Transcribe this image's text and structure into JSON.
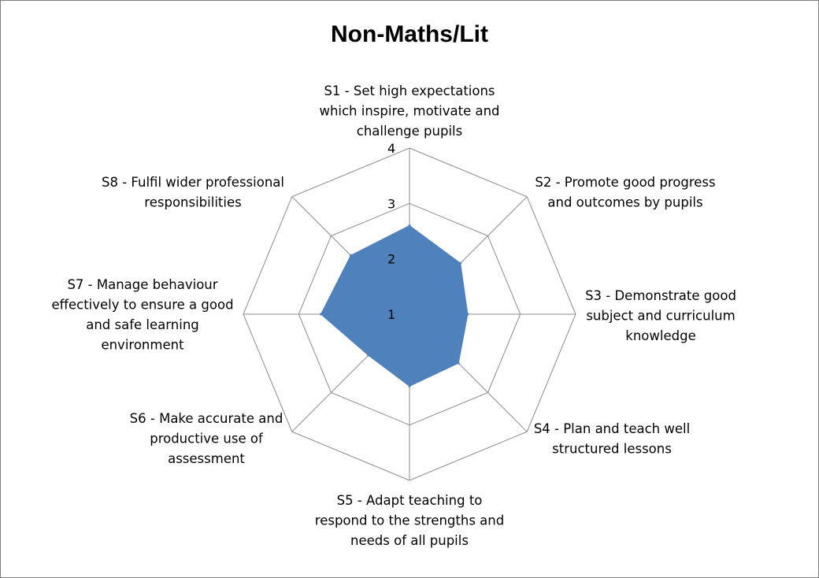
{
  "chart_data": {
    "type": "radar",
    "title": "Non-Maths/Lit",
    "categories": [
      [
        "S1 - Set high expectations",
        "which inspire, motivate and",
        "challenge pupils"
      ],
      [
        "S2 - Promote good progress",
        "and outcomes by pupils"
      ],
      [
        "S3 - Demonstrate good",
        "subject and curriculum",
        "knowledge"
      ],
      [
        "S4 - Plan and teach well",
        "structured lessons"
      ],
      [
        "S5 - Adapt teaching to",
        "respond to the strengths and",
        "needs of all pupils"
      ],
      [
        "S6 - Make accurate and",
        "productive use of",
        "assessment"
      ],
      [
        "S7 - Manage behaviour",
        "effectively to ensure a good",
        "and safe learning",
        "environment"
      ],
      [
        "S8 - Fulfil wider professional",
        "responsibilities"
      ]
    ],
    "series": [
      {
        "values": [
          2.6,
          2.3,
          2.05,
          2.25,
          2.3,
          2.05,
          2.6,
          2.5
        ]
      }
    ],
    "ylim": [
      1,
      4
    ],
    "ticks": [
      "1",
      "2",
      "3",
      "4"
    ],
    "grid": true,
    "legend": "none",
    "colors": {
      "fill": "#4f81bd",
      "grid": "#8c8c8c",
      "border": "#7f7f7f"
    }
  }
}
